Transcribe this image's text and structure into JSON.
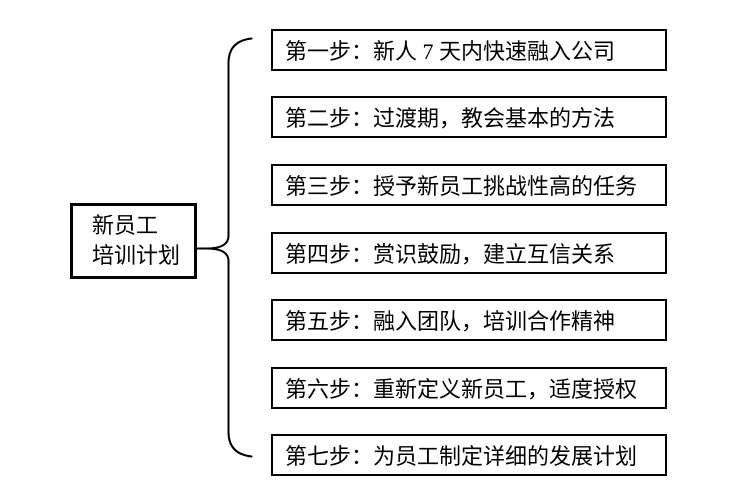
{
  "diagram": {
    "background": "#ffffff",
    "line_color": "#000000",
    "text_color": "#000000",
    "root": {
      "line1": "新员工",
      "line2": "培训计划"
    },
    "steps": [
      {
        "label": "第一步：新人 7 天内快速融入公司"
      },
      {
        "label": "第二步：过渡期，教会基本的方法"
      },
      {
        "label": "第三步：授予新员工挑战性高的任务"
      },
      {
        "label": "第四步：赏识鼓励，建立互信关系"
      },
      {
        "label": "第五步：融入团队，培训合作精神"
      },
      {
        "label": "第六步：重新定义新员工，适度授权"
      },
      {
        "label": "第七步：为员工制定详细的发展计划"
      }
    ]
  }
}
